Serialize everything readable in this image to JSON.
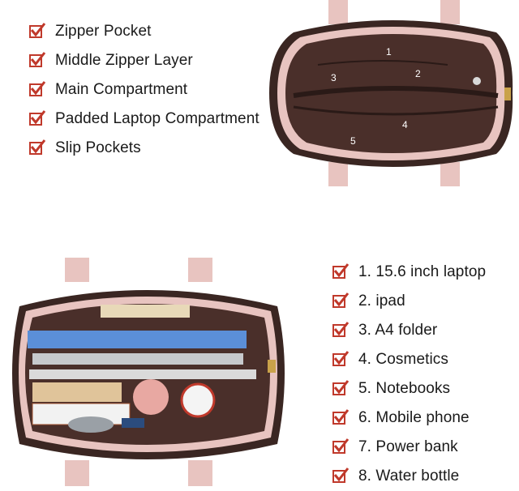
{
  "features_list": {
    "items": [
      {
        "label": "Zipper Pocket"
      },
      {
        "label": "Middle Zipper Layer"
      },
      {
        "label": "Main Compartment"
      },
      {
        "label": "Padded Laptop Compartment"
      },
      {
        "label": "Slip Pockets"
      }
    ]
  },
  "capacity_list": {
    "items": [
      {
        "label": "1. 15.6 inch laptop"
      },
      {
        "label": "2. ipad"
      },
      {
        "label": "3. A4 folder"
      },
      {
        "label": "4. Cosmetics"
      },
      {
        "label": "5. Notebooks"
      },
      {
        "label": "6. Mobile phone"
      },
      {
        "label": "7. Power bank"
      },
      {
        "label": "8. Water bottle"
      }
    ]
  },
  "compartment_markers": [
    "1",
    "2",
    "3",
    "4",
    "5"
  ],
  "colors": {
    "check_red": "#c0392b",
    "bag_pink": "#e8c4c0",
    "bag_brown": "#3a2622",
    "lining": "#4a2f2a"
  }
}
